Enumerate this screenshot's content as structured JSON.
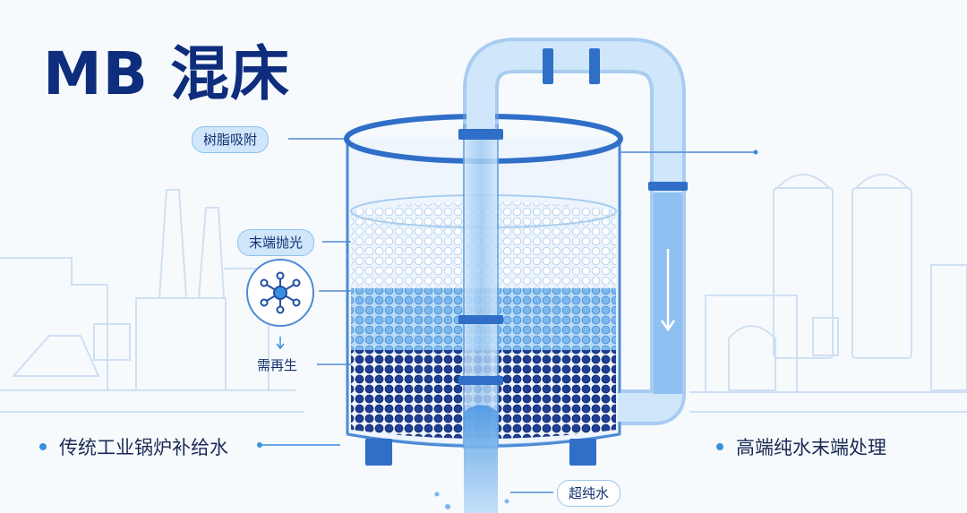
{
  "title": "MB 混床",
  "labels": {
    "resin_adsorption": "树脂吸附",
    "end_polishing": "末端抛光",
    "needs_regeneration": "需再生",
    "ultrapure_water": "超纯水"
  },
  "applications": {
    "left": "传统工业锅炉补给水",
    "right": "高端纯水末端处理"
  },
  "icons": [
    "molecule-icon",
    "down-arrow-icon",
    "flow-arrow-icon"
  ],
  "colors": {
    "title": "#0e2d7d",
    "pipe": "#6aa6e6",
    "resin_dark": "#1f3f95",
    "resin_mid": "#6fb0e8",
    "resin_light": "#ffffff",
    "accent": "#3a8fe0"
  }
}
